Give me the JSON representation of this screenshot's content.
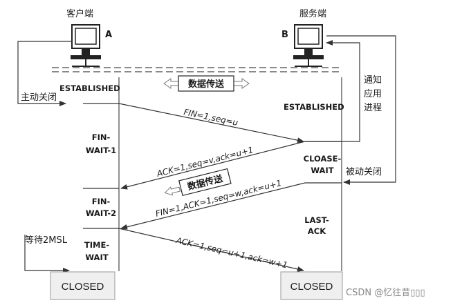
{
  "hosts": {
    "client": {
      "title": "客户端",
      "letter": "A"
    },
    "server": {
      "title": "服务端",
      "letter": "B"
    }
  },
  "data_transfer_label": "数据传送",
  "client_states": {
    "established": "ESTABLISHED",
    "fin_wait_1_a": "FIN-",
    "fin_wait_1_b": "WAIT-1",
    "fin_wait_2_a": "FIN-",
    "fin_wait_2_b": "WAIT-2",
    "time_wait_a": "TIME-",
    "time_wait_b": "WAIT",
    "closed": "CLOSED"
  },
  "server_states": {
    "established": "ESTABLISHED",
    "close_wait_a": "CLOASE-",
    "close_wait_b": "WAIT",
    "last_ack_a": "LAST-",
    "last_ack_b": "ACK",
    "closed": "CLOSED"
  },
  "side_labels": {
    "active_close": "主动关闭",
    "passive_close": "被动关闭",
    "notify_1": "通知",
    "notify_2": "应用",
    "notify_3": "进程",
    "wait_2msl": "等待2MSL"
  },
  "messages": {
    "m1": "FIN=1,seq=u",
    "m2": "ACK=1,seq=v,ack=u+1",
    "m3": "FIN=1,ACK=1,seq=w,ack=u+1",
    "m4": "ACK=1,seq=u+1,ack=w+1"
  },
  "watermark": "CSDN @忆往昔▯▯▯"
}
